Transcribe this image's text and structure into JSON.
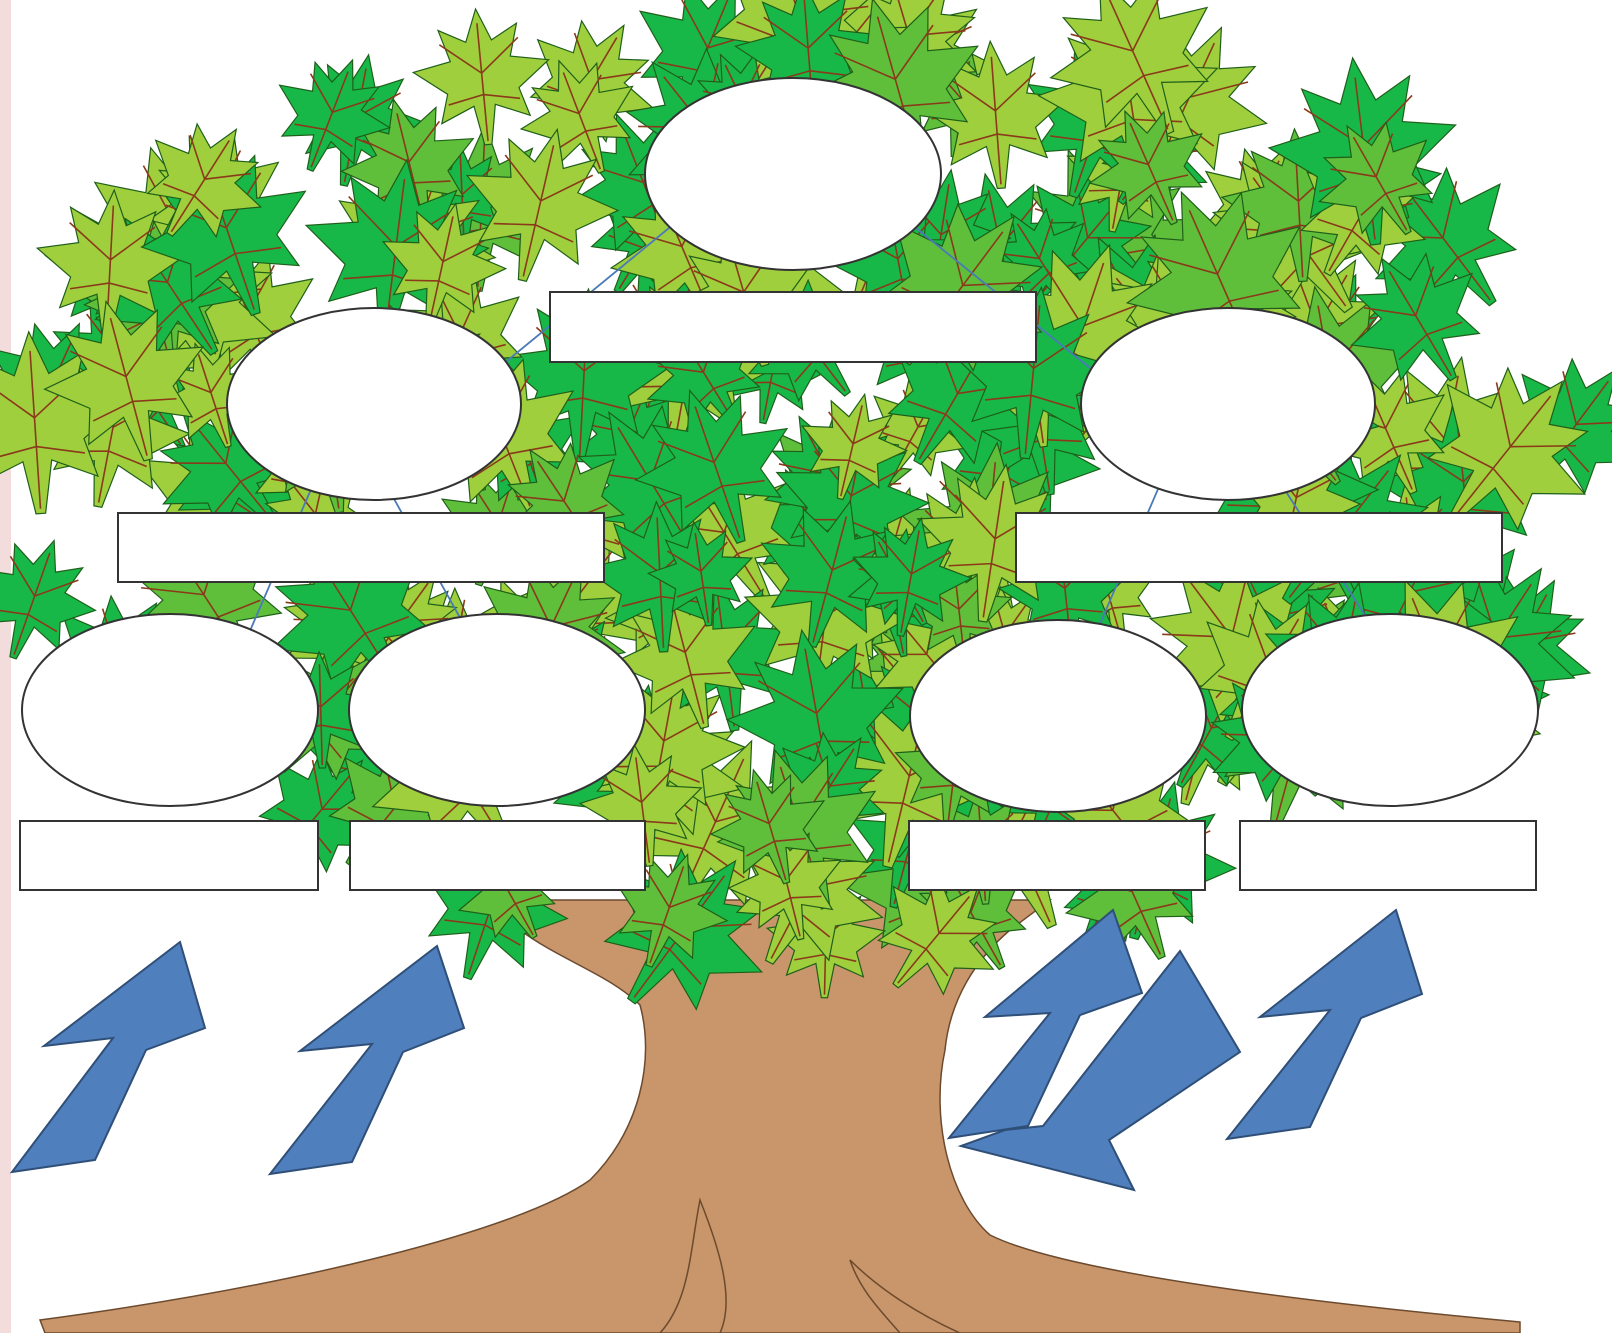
{
  "colors": {
    "left_band": "#f2dcdc",
    "trunk": "#c9956a",
    "trunk_outline": "#6b4a2e",
    "leaf_light": "#9fcf3c",
    "leaf_mid": "#5fbf3a",
    "leaf_dark": "#18b848",
    "leaf_outline": "#1f5f1a",
    "leaf_vein": "#8a3a1a",
    "node_fill": "#ffffff",
    "node_stroke": "#333333",
    "connector": "#4a7ab8",
    "big_arrow_fill": "#4f7fbc",
    "big_arrow_stroke": "#2f4f78"
  },
  "tree": {
    "generations": [
      {
        "level": "root",
        "members": [
          {
            "id": "g1-a",
            "name": ""
          }
        ]
      },
      {
        "level": "parents",
        "members": [
          {
            "id": "g2-a",
            "name": ""
          },
          {
            "id": "g2-b",
            "name": ""
          }
        ]
      },
      {
        "level": "grandparents",
        "members": [
          {
            "id": "g3-a",
            "name": ""
          },
          {
            "id": "g3-b",
            "name": ""
          },
          {
            "id": "g3-c",
            "name": ""
          },
          {
            "id": "g3-d",
            "name": ""
          }
        ]
      }
    ],
    "links": [
      {
        "from": "g2-a",
        "to": "g1-a"
      },
      {
        "from": "g2-b",
        "to": "g1-a"
      },
      {
        "from": "g3-a",
        "to": "g2-a"
      },
      {
        "from": "g3-b",
        "to": "g2-a"
      },
      {
        "from": "g3-c",
        "to": "g2-b"
      },
      {
        "from": "g3-d",
        "to": "g2-b"
      }
    ]
  },
  "big_arrows": [
    {
      "direction": "up-right"
    },
    {
      "direction": "up-right"
    },
    {
      "direction": "up-right"
    },
    {
      "direction": "down-left"
    },
    {
      "direction": "up-right"
    }
  ]
}
